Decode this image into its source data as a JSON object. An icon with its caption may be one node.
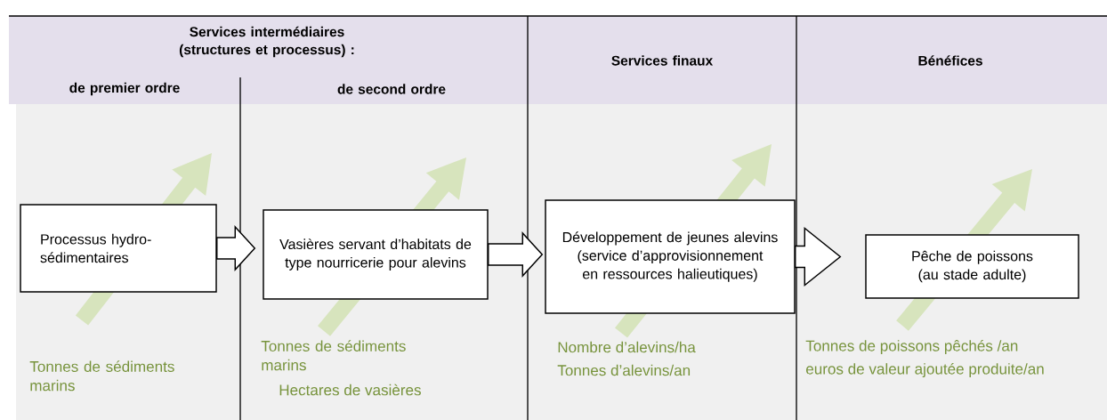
{
  "diagram": {
    "nodes": [
      {
        "text": [
          "Processus hydro-sédimentaires"
        ]
      },
      {
        "text": [
          "Vasières servant d’habitats de type nourricerie pour alevins"
        ]
      },
      {
        "text": [
          "Développement de jeunes alevins (service d’approvisionnement en ressources halieutiques)"
        ]
      },
      {
        "text": [
          "Pêche de poissons (au stade adulte)"
        ]
      }
    ],
    "edges": [
      {
        "from": 0,
        "to": 1,
        "arrow": "to"
      },
      {
        "from": 1,
        "to": 2,
        "arrow": "to"
      },
      {
        "from": 2,
        "to": 3,
        "arrow": "to"
      }
    ],
    "labels": [
      "Services intermédiaires (structures et processus) :",
      "de premier ordre",
      "de second ordre",
      "Services finaux",
      "Bénéfices",
      "Tonnes de sédiments marins",
      "Tonnes de sédiments marins",
      "Hectares de vasières",
      "Nombre d’alevins/ha",
      "Tonnes d’alevins/an",
      "Tonnes de poissons pêchés /an",
      "euros de valeur ajoutée produite/an"
    ]
  }
}
